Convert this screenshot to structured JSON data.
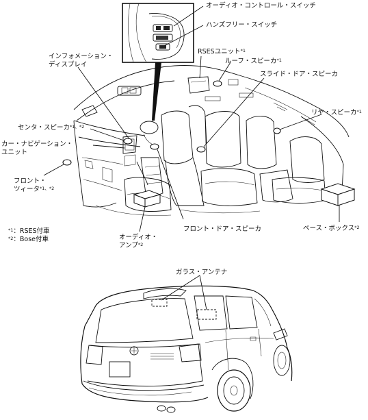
{
  "labels": {
    "audio_control_switch": "オーディオ・コントロール・スイッチ",
    "handsfree_switch": "ハンズフリー・スイッチ",
    "rses_unit": "RSESユニット",
    "rses_unit_note": "*1",
    "roof_speaker": "ルーフ・スピーカ",
    "roof_speaker_note": "*1",
    "info_display_line1": "インフォメーション・",
    "info_display_line2": "ディスプレイ",
    "slide_door_speaker": "スライド・ドア・スピーカ",
    "rear_speaker": "リヤ・スピーカ",
    "rear_speaker_note": "*1",
    "center_speaker": "センタ・スピーカ",
    "center_speaker_note": "*1、*2",
    "car_navi_line1": "カー・ナビゲーション・",
    "car_navi_line2": "ユニット",
    "front_tweeter_line1": "フロント・",
    "front_tweeter_line2": "ツィータ",
    "front_tweeter_note": "*1、*2",
    "front_door_speaker": "フロント・ドア・スピーカ",
    "audio_amp_line1": "オーディオ・",
    "audio_amp_line2": "アンプ",
    "audio_amp_note": "*2",
    "bass_box": "ベース・ボックス",
    "bass_box_note": "*2",
    "glass_antenna": "ガラス・アンテナ"
  },
  "footnotes": [
    {
      "mark": "*1",
      "text": "：RSES付車"
    },
    {
      "mark": "*2",
      "text": "：Bose付車"
    }
  ]
}
